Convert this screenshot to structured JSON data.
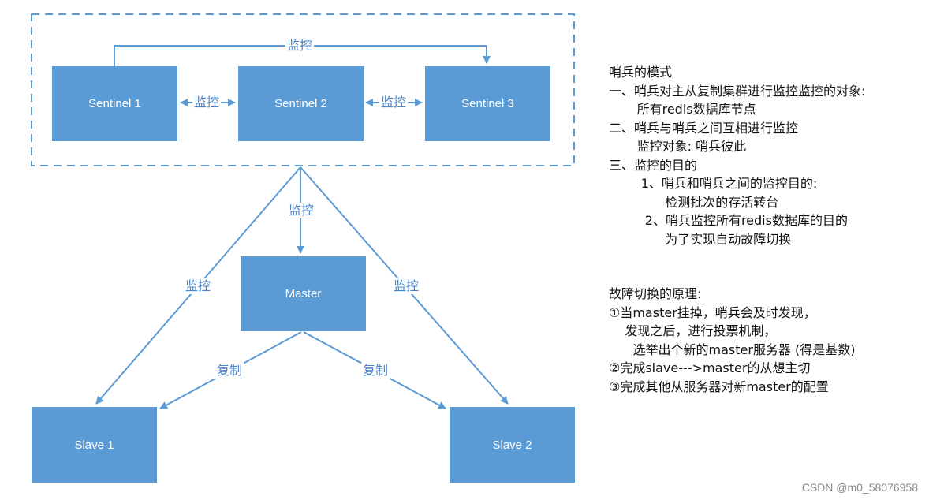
{
  "nodes": {
    "sentinel1": "Sentinel 1",
    "sentinel2": "Sentinel 2",
    "sentinel3": "Sentinel 3",
    "master": "Master",
    "slave1": "Slave 1",
    "slave2": "Slave 2"
  },
  "edge_labels": {
    "monitor": "监控",
    "replicate": "复制"
  },
  "colors": {
    "node_fill": "#5b9bd5",
    "line": "#5b9bd5",
    "edge_label": "#4a86c8"
  },
  "notes": {
    "section1": [
      "哨兵的模式",
      "一、哨兵对主从复制集群进行监控监控的对象:",
      "       所有redis数据库节点",
      "二、哨兵与哨兵之间互相进行监控",
      "       监控对象: 哨兵彼此",
      "三、监控的目的",
      "        1、哨兵和哨兵之间的监控目的:",
      "              检测批次的存活转台",
      "         2、哨兵监控所有redis数据库的目的",
      "              为了实现自动故障切换"
    ],
    "section2": [
      "故障切换的原理:",
      "①当master挂掉，哨兵会及时发现，",
      "    发现之后，进行投票机制，",
      "      选举出个新的master服务器 (得是基数)",
      "②完成slave--->master的从想主切",
      "③完成其他从服务器对新master的配置"
    ]
  },
  "watermark": "CSDN @m0_58076958"
}
